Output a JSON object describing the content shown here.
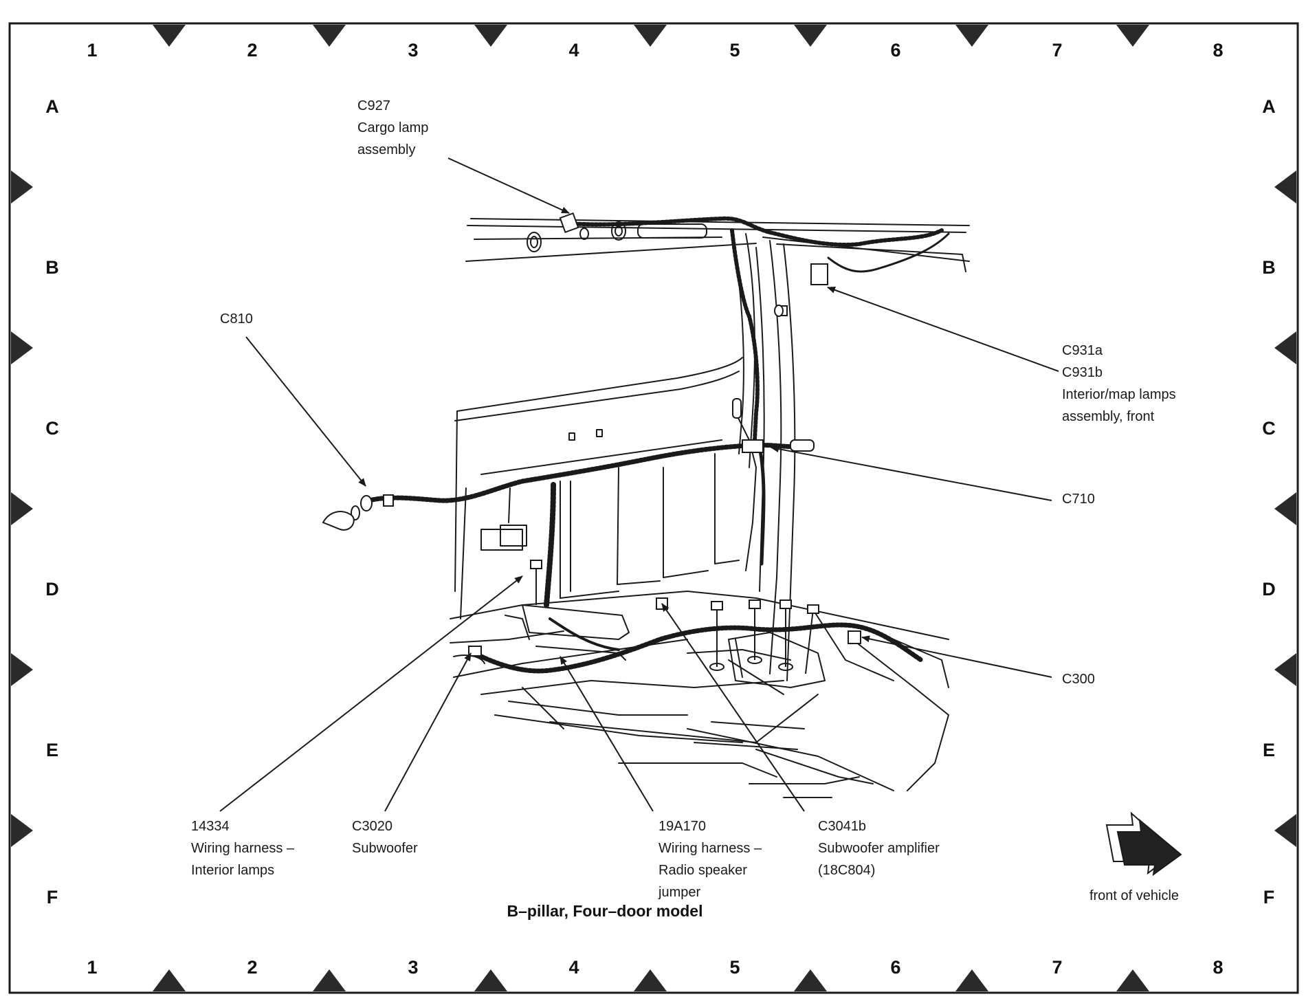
{
  "grid": {
    "columns": [
      "1",
      "2",
      "3",
      "4",
      "5",
      "6",
      "7",
      "8"
    ],
    "rows": [
      "A",
      "B",
      "C",
      "D",
      "E",
      "F"
    ]
  },
  "callouts": {
    "c927": {
      "code": "C927",
      "lines": [
        "Cargo lamp",
        "assembly"
      ]
    },
    "c810": {
      "code": "C810",
      "lines": []
    },
    "c931": {
      "code": "C931a",
      "lines": [
        "C931b",
        "Interior/map lamps",
        "assembly, front"
      ]
    },
    "c710": {
      "code": "C710",
      "lines": []
    },
    "c300": {
      "code": "C300",
      "lines": []
    },
    "h14334": {
      "code": "14334",
      "lines": [
        "Wiring harness –",
        "Interior lamps"
      ]
    },
    "c3020": {
      "code": "C3020",
      "lines": [
        "Subwoofer"
      ]
    },
    "h19a170": {
      "code": "19A170",
      "lines": [
        "Wiring harness –",
        "Radio speaker",
        "jumper"
      ]
    },
    "c3041b": {
      "code": "C3041b",
      "lines": [
        "Subwoofer amplifier",
        "(18C804)"
      ]
    }
  },
  "caption": "B–pillar, Four–door model",
  "front_label": "front of vehicle",
  "icons": [
    "front-of-vehicle-arrow-icon",
    "registration-arrow-icon"
  ],
  "colors": {
    "line": "#1a1a1a",
    "background": "#ffffff"
  }
}
